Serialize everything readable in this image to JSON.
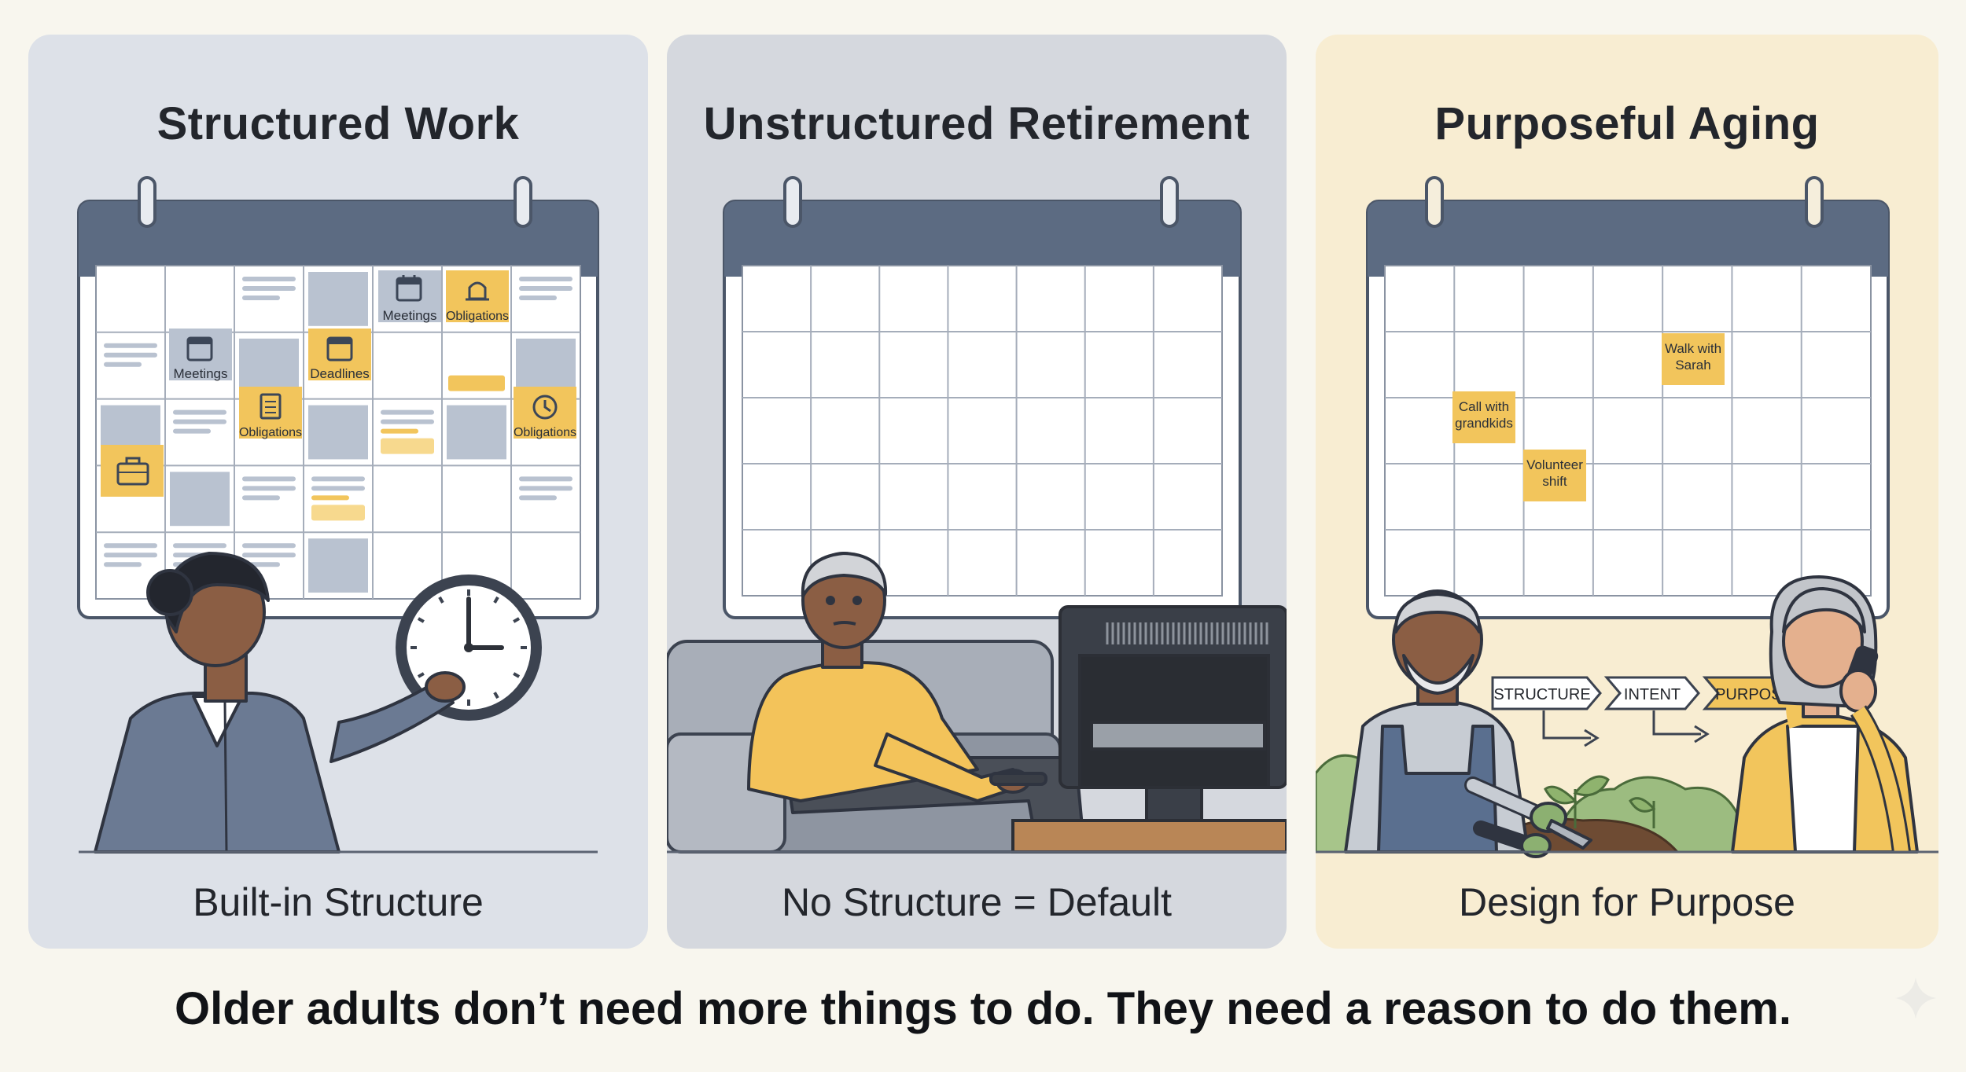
{
  "panels": [
    {
      "title": "Structured Work",
      "caption": "Built-in Structure",
      "tags": {
        "meetings_top": "Meetings",
        "obligations_top": "Obligations",
        "meetings_left": "Meetings",
        "deadlines": "Deadlines",
        "obligations_mid": "Obligations",
        "obligations_right": "Obligations"
      },
      "icons": [
        "calendar-icon",
        "bell-icon",
        "calendar-icon",
        "calendar-icon",
        "document-icon",
        "clock-icon",
        "briefcase-icon"
      ]
    },
    {
      "title": "Unstructured Retirement",
      "caption": "No Structure = Default"
    },
    {
      "title": "Purposeful Aging",
      "caption": "Design for Purpose",
      "events": {
        "walk_line1": "Walk with",
        "walk_line2": "Sarah",
        "call_line1": "Call with",
        "call_line2": "grandkids",
        "volunteer_line1": "Volunteer",
        "volunteer_line2": "shift"
      },
      "flow": [
        "STRUCTURE",
        "INTENT",
        "PURPOSE"
      ]
    }
  ],
  "footer": "Older adults don’t need more things to do. They need a reason to do them.",
  "colors": {
    "calendar_header": "#5c6b82",
    "accent_yellow": "#f2c55c",
    "cell_blue": "#b9c2d0"
  }
}
